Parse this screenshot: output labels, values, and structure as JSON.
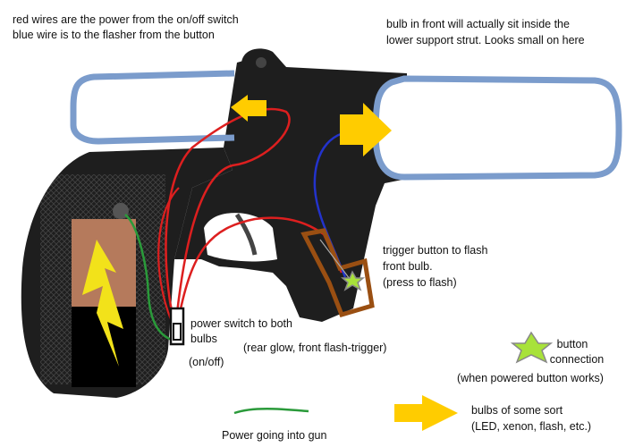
{
  "annotations": {
    "wires_line1": "red wires are the power from the on/off switch",
    "wires_line2": "blue wire is to the flasher from the button",
    "front_bulb_line1": "bulb in front will actually sit inside the",
    "front_bulb_line2": "lower support strut. Looks small on here",
    "trigger_line1": "trigger button to flash",
    "trigger_line2": "front bulb.",
    "trigger_line3": "(press to flash)",
    "power_switch_line1": "power switch to both",
    "power_switch_line2": "bulbs",
    "power_switch_line3": "(on/off)",
    "rear_front_note": "(rear glow, front flash-trigger)"
  },
  "legend": {
    "button_line1": "button",
    "button_line2": "connection",
    "button_line3": "(when powered button works)",
    "power_wire": "Power going into gun",
    "bulbs_line1": "bulbs of some sort",
    "bulbs_line2": "(LED, xenon, flash, etc.)"
  },
  "colors": {
    "gun_body": "#1e1e1e",
    "bulb_outline": "#7b9ccc",
    "bulb_arrow": "#ffcc00",
    "red_wire": "#dd1f1f",
    "blue_wire": "#2333cc",
    "green_wire": "#2a9a3a",
    "battery_top": "#b57a5c",
    "battery_bottom": "#000000",
    "lightning": "#f2e21a",
    "trigger_box": "#9a4f12",
    "button_star": "#a8e23a"
  }
}
